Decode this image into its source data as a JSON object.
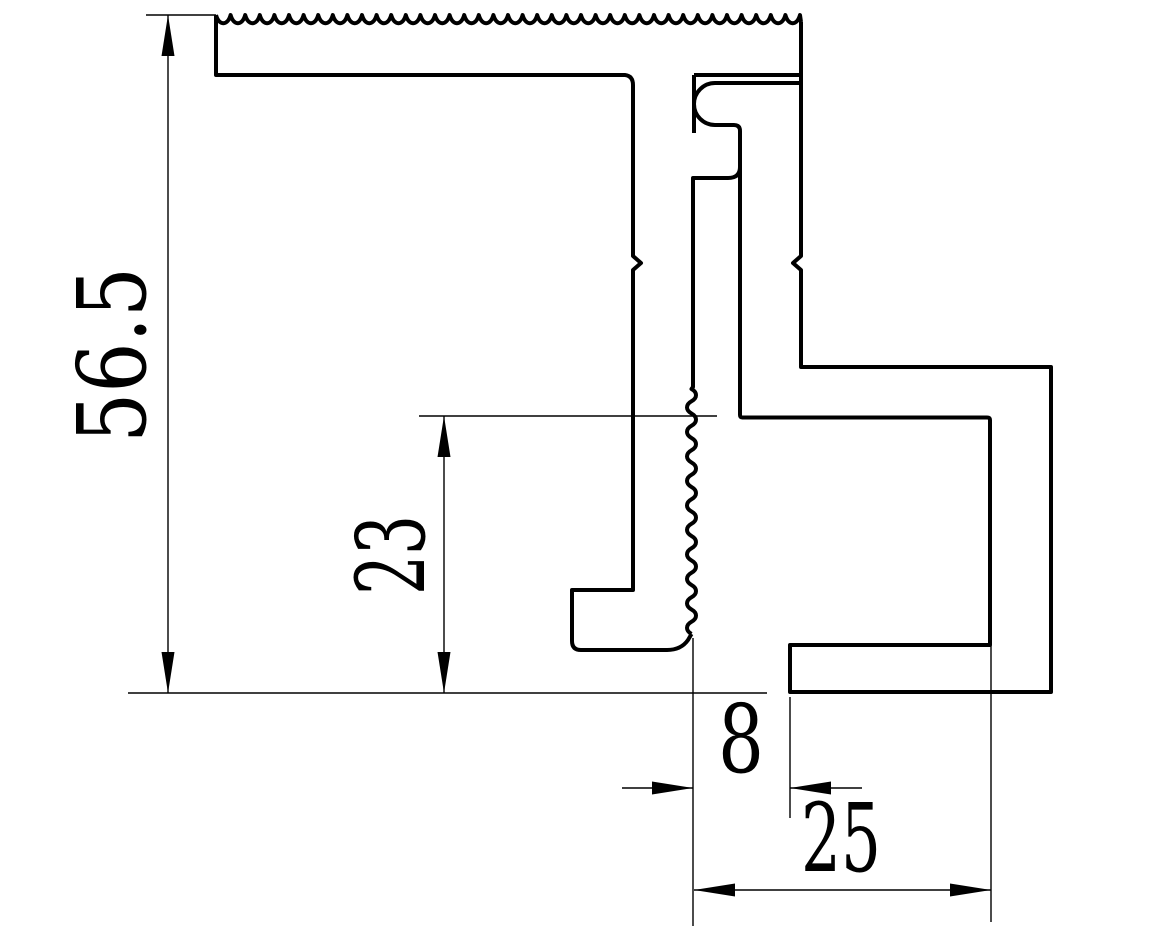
{
  "drawing": {
    "background_color": "#ffffff",
    "line_color": "#000000",
    "description_visible_text_only": "cross-section profile with four dimension callouts",
    "dimensions": {
      "overall_height": {
        "label": "56.5",
        "value": 56.5,
        "orientation": "vertical"
      },
      "channel_height": {
        "label": "23",
        "value": 23,
        "orientation": "vertical"
      },
      "lip_gap": {
        "label": "8",
        "value": 8,
        "orientation": "horizontal"
      },
      "clamp_opening": {
        "label": "25",
        "value": 25,
        "orientation": "horizontal"
      }
    }
  }
}
